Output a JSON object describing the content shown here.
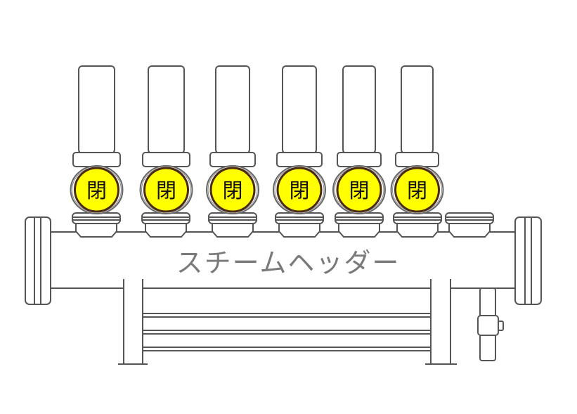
{
  "header": {
    "title": "スチームヘッダー"
  },
  "valves": [
    {
      "label": "閉",
      "state": "closed"
    },
    {
      "label": "閉",
      "state": "closed"
    },
    {
      "label": "閉",
      "state": "closed"
    },
    {
      "label": "閉",
      "state": "closed"
    },
    {
      "label": "閉",
      "state": "closed"
    },
    {
      "label": "閉",
      "state": "closed"
    }
  ],
  "colors": {
    "closed": "#ffff00",
    "line": "#555555",
    "ring": "#4a2a10"
  }
}
